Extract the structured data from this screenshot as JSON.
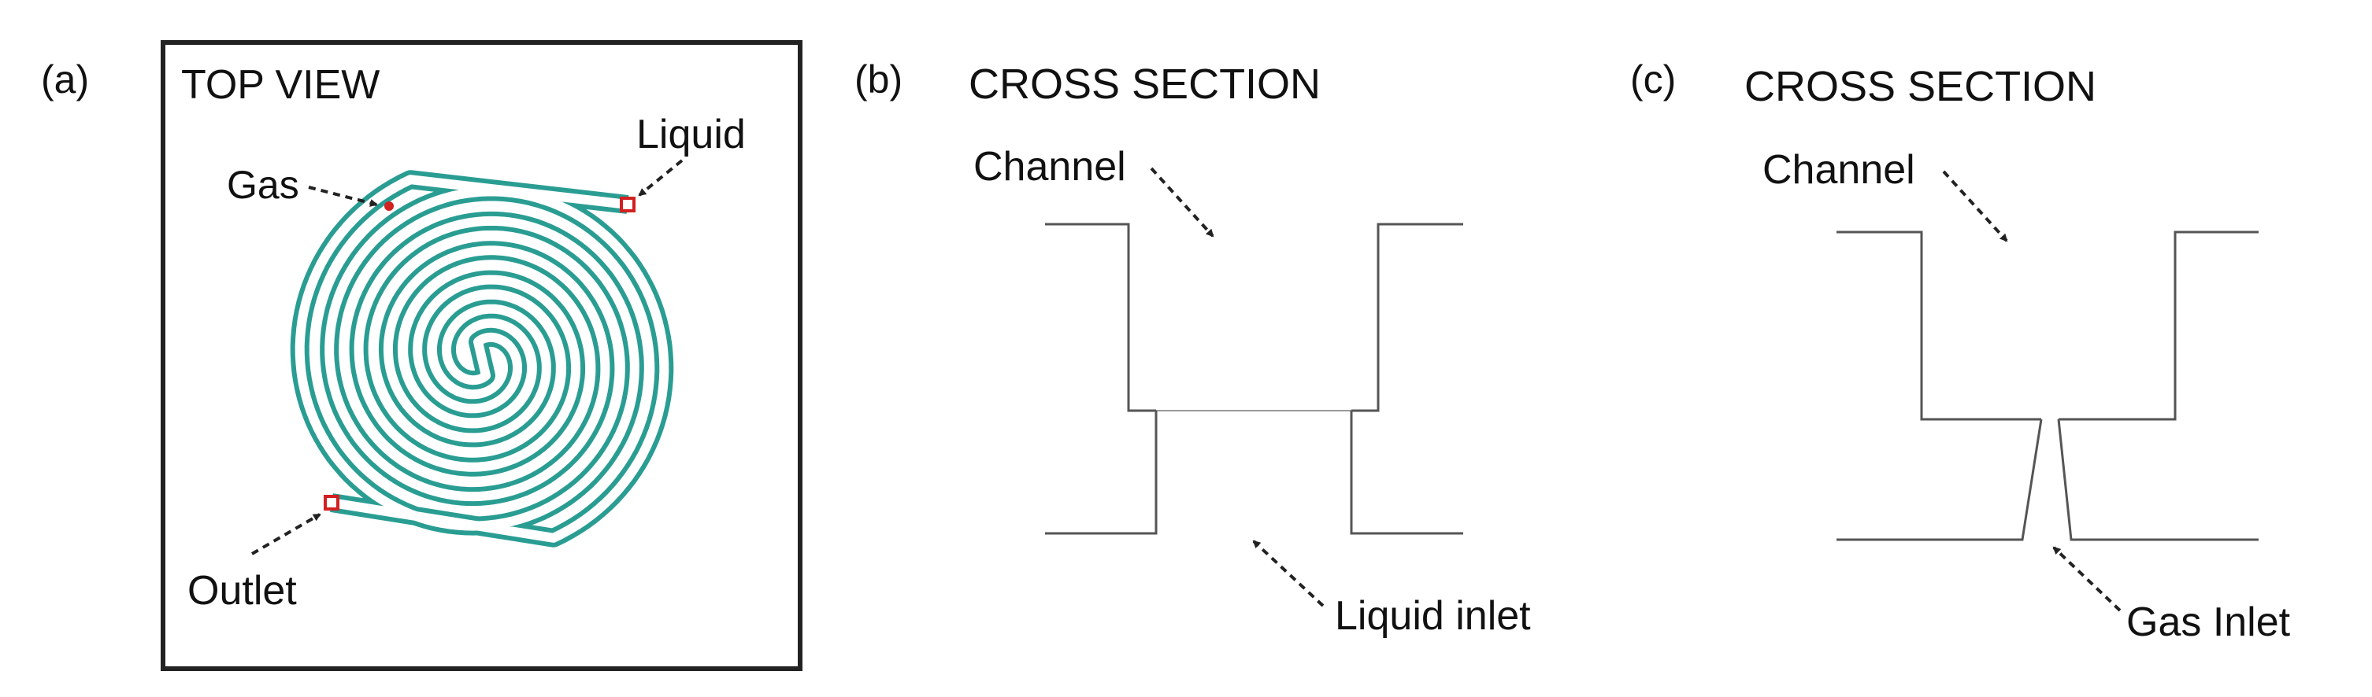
{
  "colors": {
    "spiral": "#2a9d93",
    "line": "#555555",
    "arrow": "#222222",
    "port": "#d32020",
    "frame": "#222222"
  },
  "panel_a": {
    "letter": "(a)",
    "title": "TOP VIEW",
    "label_gas": "Gas",
    "label_liquid": "Liquid",
    "label_outlet": "Outlet"
  },
  "panel_b": {
    "letter": "(b)",
    "title": "CROSS SECTION",
    "label_channel": "Channel",
    "label_inlet": "Liquid inlet"
  },
  "panel_c": {
    "letter": "(c)",
    "title": "CROSS SECTION",
    "label_channel": "Channel",
    "label_inlet": "Gas Inlet"
  }
}
